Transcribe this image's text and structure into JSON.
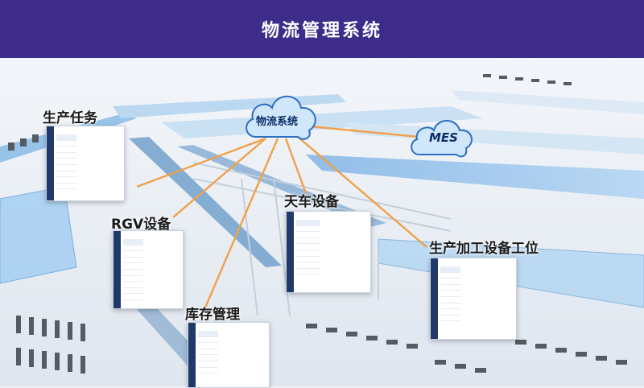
{
  "header": {
    "title": "物流管理系统"
  },
  "nodes": {
    "cloud": "物流系统",
    "mes": "MES"
  },
  "labels": {
    "production_task": "生产任务",
    "rgv": "RGV设备",
    "crane": "天车设备",
    "processing": "生产加工设备工位",
    "inventory": "库存管理"
  },
  "colors": {
    "header_bg": "#3d2c8a",
    "connector": "#f0a04a",
    "cloud_fill": "#cfe6fb",
    "cloud_stroke": "#2c6fbf"
  },
  "icons": [
    "cloud-icon",
    "mes-cloud-icon"
  ]
}
